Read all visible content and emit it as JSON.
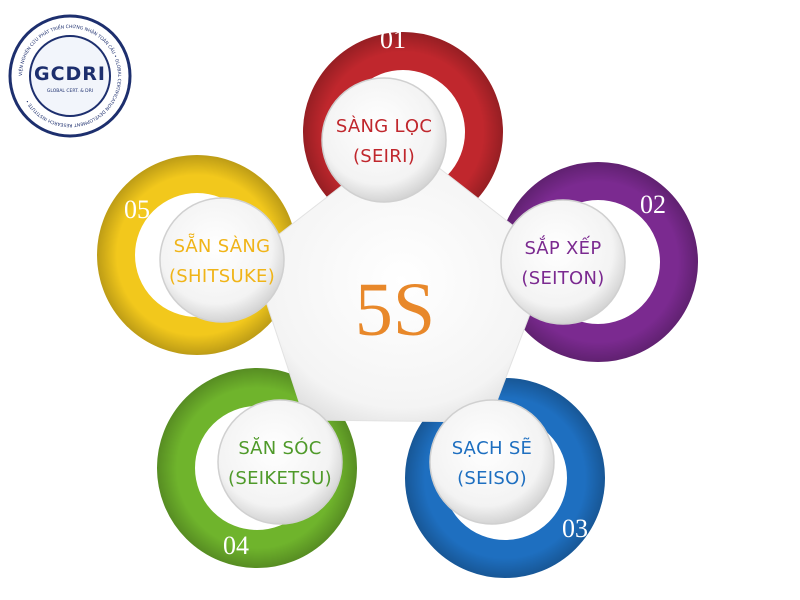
{
  "logo": {
    "name": "GCDRI",
    "subtitle": "GLOBAL CERT. & DRI",
    "ring_text": "VIỆN NGHIÊN CỨU PHÁT TRIỂN CHỨNG NHẬN TOÀN CẦU • GLOBAL CERTIFICATION DEVELOPMENT RESEARCH INSTITUTE •"
  },
  "center": {
    "title": "5S",
    "color": "#e8882a"
  },
  "petals": [
    {
      "number": "01",
      "line1": "SÀNG LỌC",
      "line2": "(SEIRI)",
      "color": "#c0272d",
      "text_color": "#c0272d"
    },
    {
      "number": "02",
      "line1": "SẮP XẾP",
      "line2": "(SEITON)",
      "color": "#7b2a90",
      "text_color": "#7b2a90"
    },
    {
      "number": "03",
      "line1": "SẠCH SẼ",
      "line2": "(SEISO)",
      "color": "#1e6fc0",
      "text_color": "#1e6fc0"
    },
    {
      "number": "04",
      "line1": "SĂN SÓC",
      "line2": "(SEIKETSU)",
      "color": "#6fb42c",
      "text_color": "#4f9a2a"
    },
    {
      "number": "05",
      "line1": "SẴN SÀNG",
      "line2": "(SHITSUKE)",
      "color": "#f2c81c",
      "text_color": "#f0b418"
    }
  ]
}
